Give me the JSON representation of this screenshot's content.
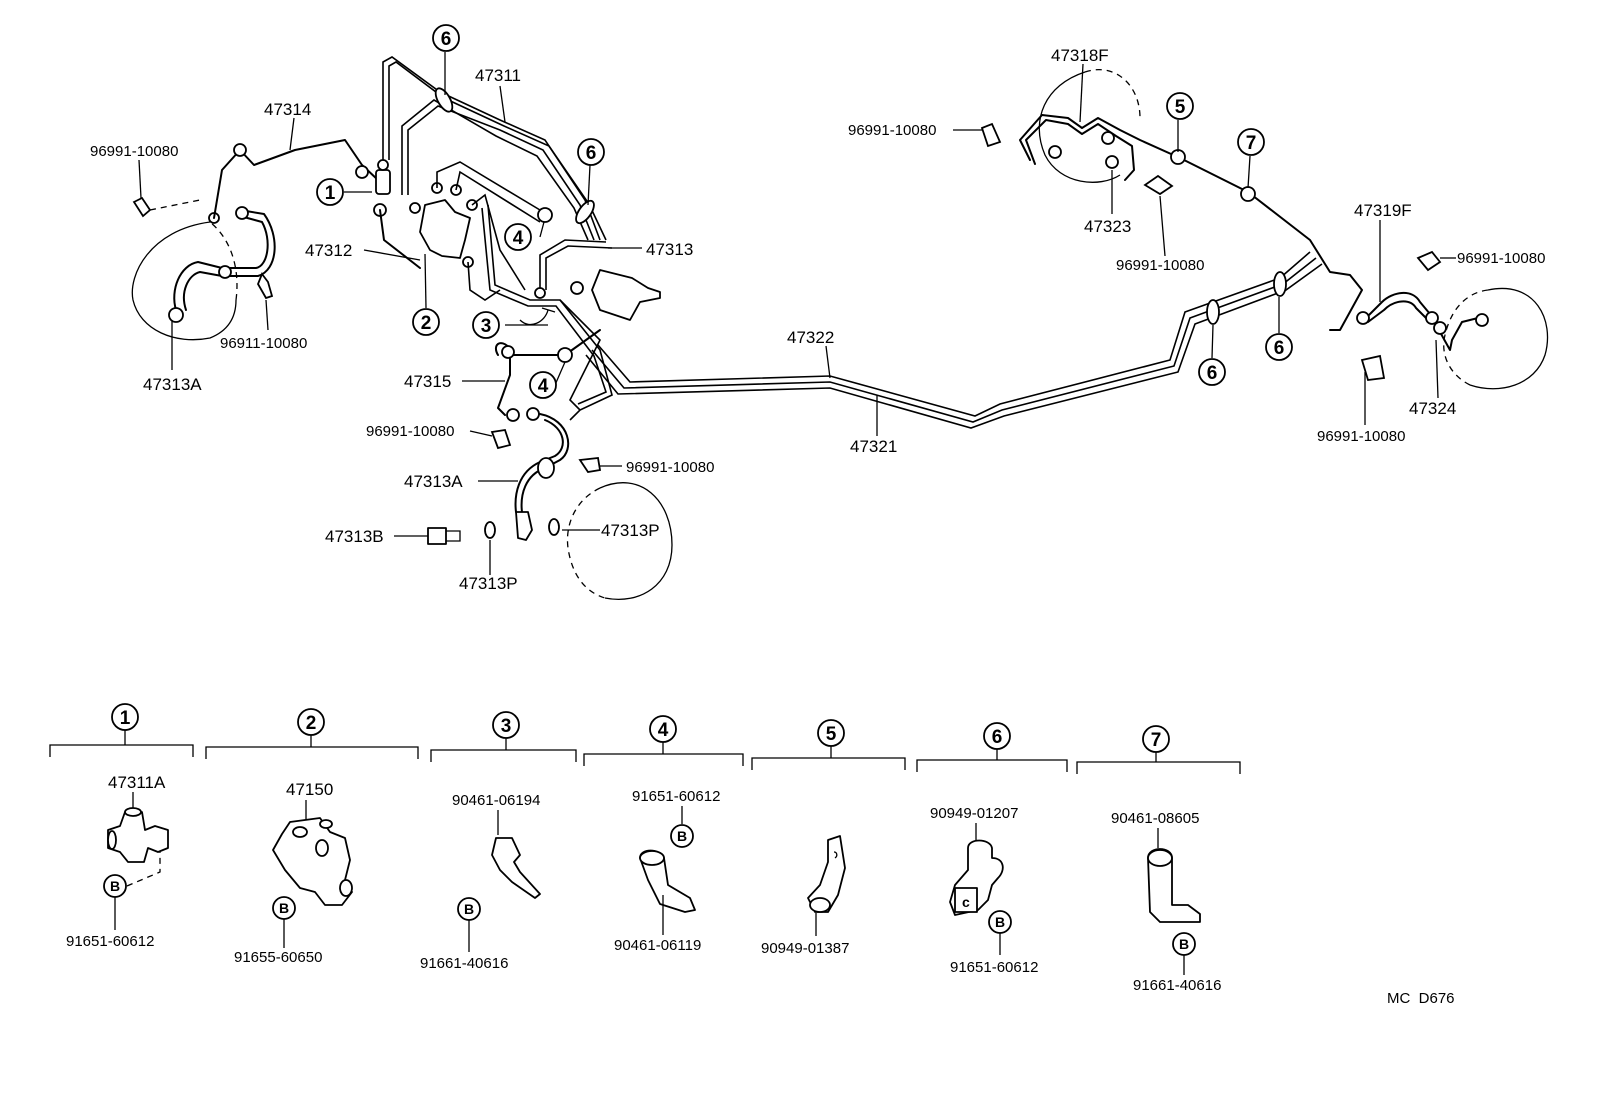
{
  "diagram": {
    "labels": {
      "p47311": "47311",
      "p47314": "47314",
      "p96991_a": "96991-10080",
      "p47312": "47312",
      "p47313": "47313",
      "p96911": "96911-10080",
      "p47313A_a": "47313A",
      "p47315": "47315",
      "p96991_b": "96991-10080",
      "p47313A_b": "47313A",
      "p96991_c": "96991-10080",
      "p47313B": "47313B",
      "p47313P_a": "47313P",
      "p47313P_b": "47313P",
      "p47322": "47322",
      "p47321": "47321",
      "p47318F": "47318F",
      "p96991_d": "96991-10080",
      "p47323": "47323",
      "p96991_e": "96991-10080",
      "p47319F": "47319F",
      "p96991_f": "96991-10080",
      "p96991_g": "96991-10080",
      "p47324": "47324"
    },
    "callouts": {
      "c6_top": "6",
      "c1": "1",
      "c6_mid": "6",
      "c4_a": "4",
      "c2": "2",
      "c3": "3",
      "c4_b": "4",
      "c5": "5",
      "c7": "7",
      "c6_r1": "6",
      "c6_r2": "6"
    },
    "groups": [
      {
        "num": "1",
        "part": "47311A",
        "b": "B",
        "sub": "91651-60612"
      },
      {
        "num": "2",
        "part": "47150",
        "b": "B",
        "sub": "91655-60650"
      },
      {
        "num": "3",
        "part": "90461-06194",
        "b": "B",
        "sub": "91661-40616"
      },
      {
        "num": "4",
        "part": "91651-60612",
        "b": "B",
        "sub": "90461-06119"
      },
      {
        "num": "5",
        "part": "",
        "b": "",
        "sub": "90949-01387"
      },
      {
        "num": "6",
        "part": "90949-01207",
        "b": "B",
        "sub": "91651-60612"
      },
      {
        "num": "7",
        "part": "90461-08605",
        "b": "B",
        "sub": "91661-40616"
      }
    ],
    "code": "MC  D676"
  }
}
